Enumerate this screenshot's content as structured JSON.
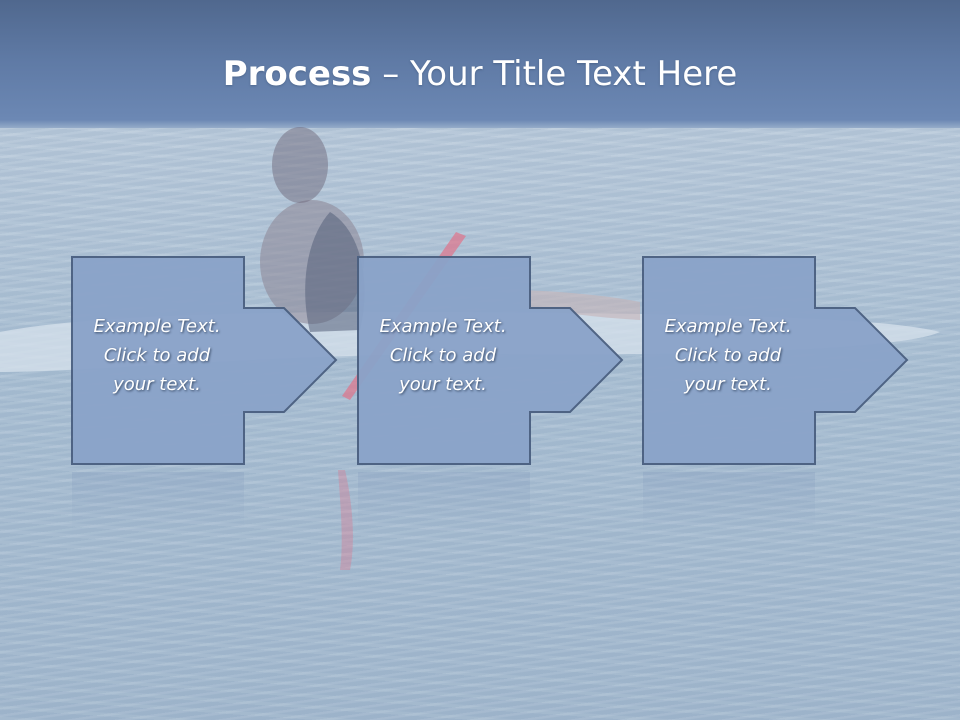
{
  "slide": {
    "title_bold": "Process",
    "title_rest": " – Your Title Text Here"
  },
  "steps": [
    {
      "line1": "Example Text.",
      "line2": "Click  to add",
      "line3": "your text."
    },
    {
      "line1": "Example Text.",
      "line2": "Click  to add",
      "line3": "your text."
    },
    {
      "line1": "Example Text.",
      "line2": "Click  to add",
      "line3": "your text."
    }
  ],
  "colors": {
    "box_fill": "#8aa3c9",
    "box_stroke": "#4a5f80",
    "title_text": "#ffffff"
  }
}
